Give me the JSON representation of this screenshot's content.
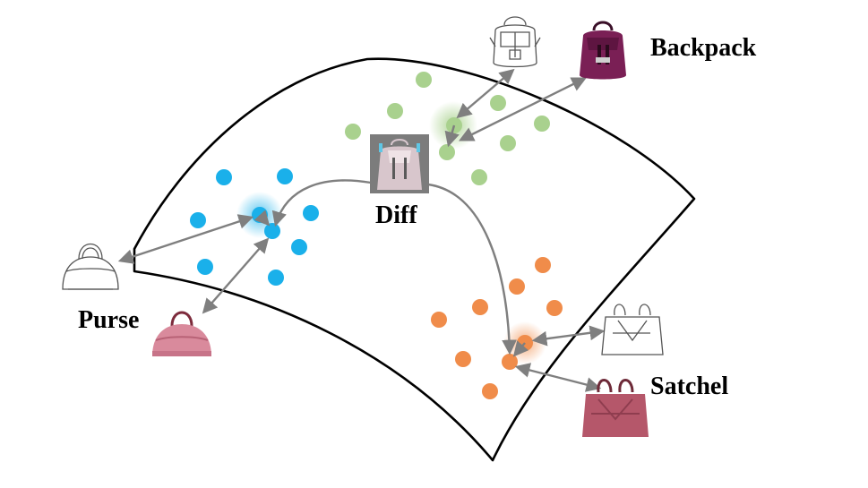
{
  "labels": {
    "backpack": "Backpack",
    "purse": "Purse",
    "satchel": "Satchel",
    "diff": "Diff"
  },
  "colors": {
    "manifold_stroke": "#000000",
    "arrow": "#7f7f7f",
    "backpack_cluster": "#a9d18e",
    "purse_cluster": "#1ab0ea",
    "satchel_cluster": "#f08c4a",
    "backpack_photo": "#7a1f55",
    "purse_photo": "#d98a9c",
    "satchel_photo": "#b5576a",
    "sketch_stroke": "#555555"
  },
  "icons": {
    "backpack_sketch": "backpack-sketch-icon",
    "backpack_photo": "backpack-photo-icon",
    "purse_sketch": "purse-sketch-icon",
    "purse_photo": "purse-photo-icon",
    "satchel_sketch": "satchel-sketch-icon",
    "satchel_photo": "satchel-photo-icon",
    "diff_image": "diff-generated-backpack-icon"
  }
}
